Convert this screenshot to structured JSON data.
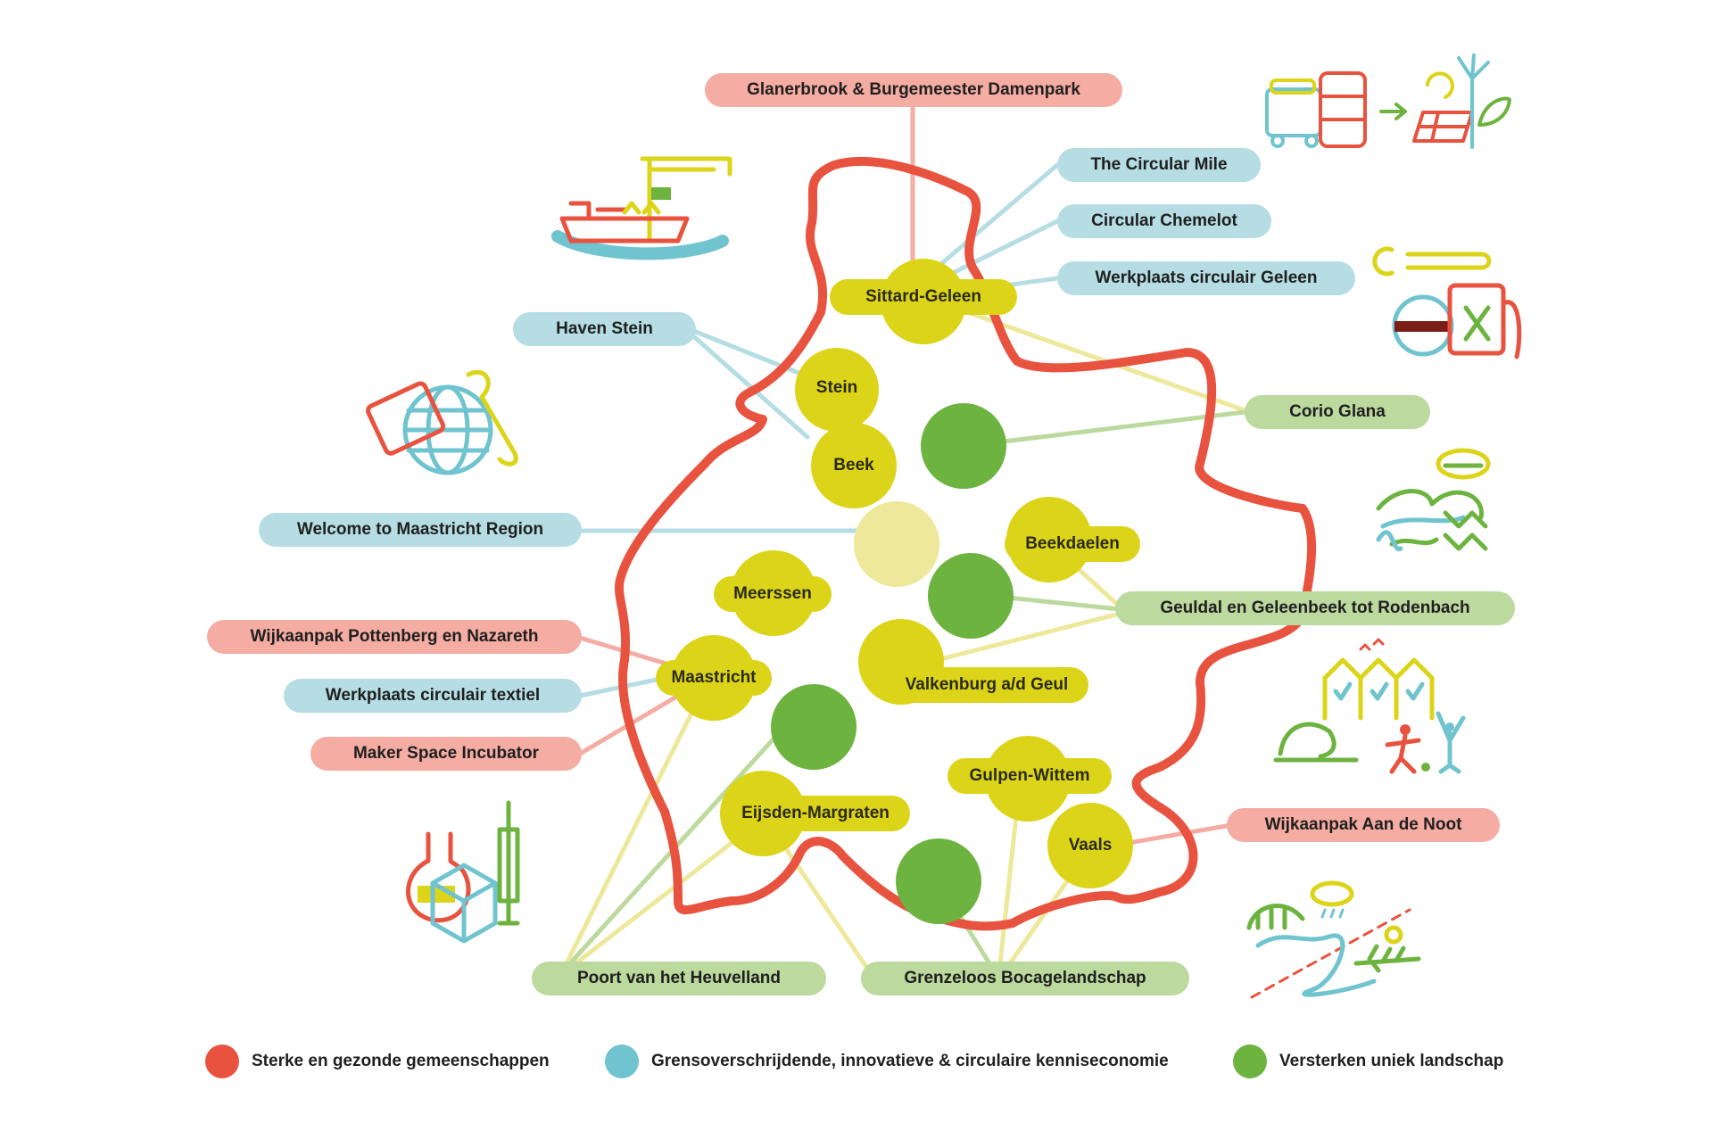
{
  "colors": {
    "red": "#e8533f",
    "blue": "#6fc4cf",
    "green": "#6db33f",
    "yellow": "#dcd418",
    "pale_yellow": "#ede89a",
    "pill_red": "#f4aca3",
    "pill_blue": "#b5dde3",
    "pill_green": "#bcd99e"
  },
  "municipalities": [
    {
      "id": "sittard",
      "label": "Sittard-Geleen"
    },
    {
      "id": "stein",
      "label": "Stein"
    },
    {
      "id": "beek",
      "label": "Beek"
    },
    {
      "id": "beekdaelen",
      "label": "Beekdaelen"
    },
    {
      "id": "meerssen",
      "label": "Meerssen"
    },
    {
      "id": "maastricht",
      "label": "Maastricht"
    },
    {
      "id": "valkenburg",
      "label": "Valkenburg a/d Geul"
    },
    {
      "id": "gulpen",
      "label": "Gulpen-Wittem"
    },
    {
      "id": "eijsden",
      "label": "Eijsden-Margraten"
    },
    {
      "id": "vaals",
      "label": "Vaals"
    }
  ],
  "projects": [
    {
      "id": "glanerbrook",
      "label": "Glanerbrook & Burgemeester Damenpark",
      "theme": "red"
    },
    {
      "id": "circular_mile",
      "label": "The Circular Mile",
      "theme": "blue"
    },
    {
      "id": "chemelot",
      "label": "Circular Chemelot",
      "theme": "blue"
    },
    {
      "id": "werkplaats_geleen",
      "label": "Werkplaats circulair Geleen",
      "theme": "blue"
    },
    {
      "id": "haven_stein",
      "label": "Haven Stein",
      "theme": "blue"
    },
    {
      "id": "corio",
      "label": "Corio Glana",
      "theme": "green"
    },
    {
      "id": "welcome",
      "label": "Welcome to Maastricht Region",
      "theme": "blue"
    },
    {
      "id": "geuldal",
      "label": "Geuldal en Geleenbeek tot Rodenbach",
      "theme": "green"
    },
    {
      "id": "pottenberg",
      "label": "Wijkaanpak Pottenberg en Nazareth",
      "theme": "red"
    },
    {
      "id": "textiel",
      "label": "Werkplaats circulair textiel",
      "theme": "blue"
    },
    {
      "id": "makerspace",
      "label": "Maker Space Incubator",
      "theme": "red"
    },
    {
      "id": "aandenoot",
      "label": "Wijkaanpak Aan de Noot",
      "theme": "red"
    },
    {
      "id": "poort",
      "label": "Poort van het Heuvelland",
      "theme": "green"
    },
    {
      "id": "grenzeloos",
      "label": "Grenzeloos Bocagelandschap",
      "theme": "green"
    }
  ],
  "legend": [
    {
      "label": "Sterke en gezonde gemeenschappen",
      "color": "#e8533f"
    },
    {
      "label": "Grensoverschrijdende, innovatieve & circulaire kenniseconomie",
      "color": "#6fc4cf"
    },
    {
      "label": "Versterken uniek landschap",
      "color": "#6db33f"
    }
  ]
}
